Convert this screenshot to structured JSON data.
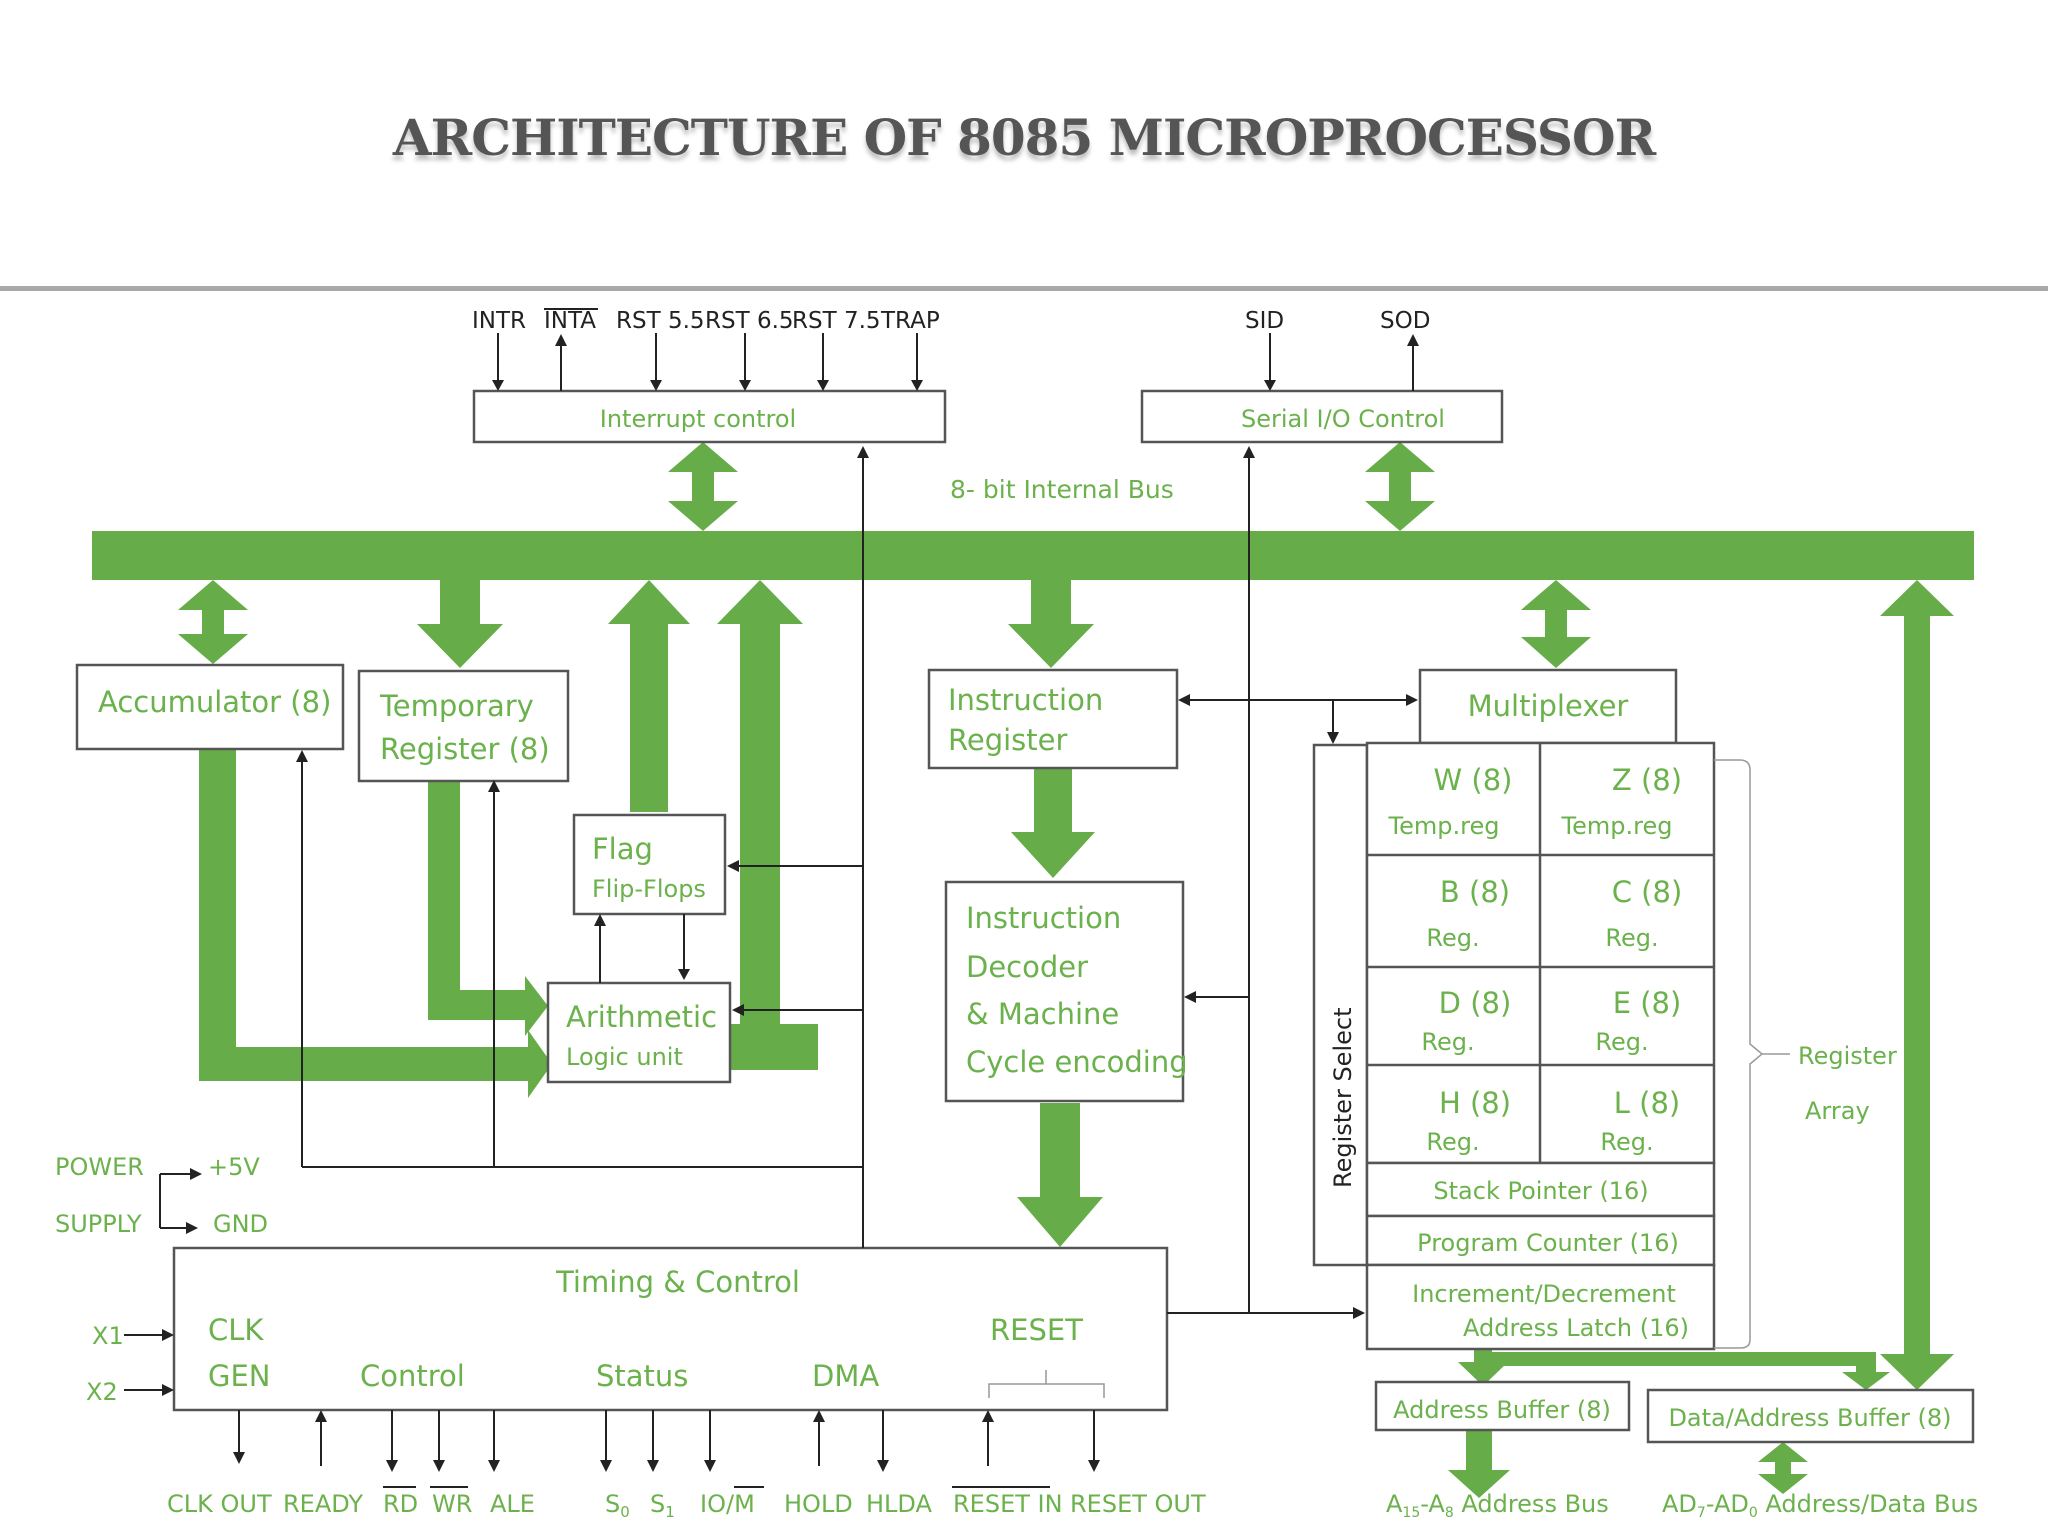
{
  "title": "ARCHITECTURE OF 8085 MICROPROCESSOR",
  "bus_label": "8- bit Internal Bus",
  "interrupt": {
    "label": "Interrupt control",
    "pins": [
      "INTR",
      "INTA",
      "RST 5.5",
      "RST 6.5",
      "RST 7.5",
      "TRAP"
    ]
  },
  "serial": {
    "label": "Serial I/O Control",
    "pins": [
      "SID",
      "SOD"
    ]
  },
  "accumulator": "Accumulator (8)",
  "temp_register": [
    "Temporary",
    "Register (8)"
  ],
  "flag": [
    "Flag",
    "Flip-Flops"
  ],
  "alu": [
    "Arithmetic",
    "Logic unit"
  ],
  "instruction_register": [
    "Instruction",
    "Register"
  ],
  "decoder": [
    "Instruction",
    "Decoder",
    "& Machine",
    "Cycle encoding"
  ],
  "multiplexer": "Multiplexer",
  "register_select": "Register Select",
  "registers": [
    {
      "name": "W (8)",
      "sub": "Temp.reg"
    },
    {
      "name": "Z (8)",
      "sub": "Temp.reg"
    },
    {
      "name": "B (8)",
      "sub": "Reg."
    },
    {
      "name": "C (8)",
      "sub": "Reg."
    },
    {
      "name": "D (8)",
      "sub": "Reg."
    },
    {
      "name": "E (8)",
      "sub": "Reg."
    },
    {
      "name": "H (8)",
      "sub": "Reg."
    },
    {
      "name": "L (8)",
      "sub": "Reg."
    }
  ],
  "stack_pointer": "Stack Pointer (16)",
  "program_counter": "Program Counter (16)",
  "inc_dec": [
    "Increment/Decrement",
    "Address Latch  (16)"
  ],
  "register_array": [
    "Register",
    "Array"
  ],
  "power": {
    "labels": [
      "POWER",
      "SUPPLY"
    ],
    "rails": [
      "+5V",
      "GND"
    ]
  },
  "timing": {
    "title": "Timing & Control",
    "clk": [
      "CLK",
      "GEN"
    ],
    "sections": [
      "Control",
      "Status",
      "DMA",
      "RESET"
    ],
    "inputs": [
      "X1",
      "X2"
    ]
  },
  "bottom_pins": {
    "clk_out": "CLK OUT",
    "ready": "READY",
    "rd": "RD",
    "wr": "WR",
    "ale": "ALE",
    "s0": "S",
    "s0_sub": "0",
    "s1": "S",
    "s1_sub": "1",
    "io_m": "IO/",
    "io_m_bar": "M",
    "hold": "HOLD",
    "hlda": "HLDA",
    "reset_in": "RESET IN",
    "reset_out": "RESET OUT"
  },
  "address_buffer": "Address Buffer (8)",
  "data_address_buffer": "Data/Address Buffer (8)",
  "address_bus": {
    "a": "A",
    "a_sub1": "15",
    "mid": "-A",
    "a_sub2": "8",
    "rest": " Address Bus"
  },
  "data_bus": {
    "a": "AD",
    "a_sub1": "7",
    "mid": "-AD",
    "a_sub2": "0",
    "rest": " Address/Data Bus"
  },
  "colors": {
    "accent": "#66ac48",
    "text_green": "#6bb14c",
    "box_border": "#555555",
    "divider": "#a9a9a9"
  }
}
